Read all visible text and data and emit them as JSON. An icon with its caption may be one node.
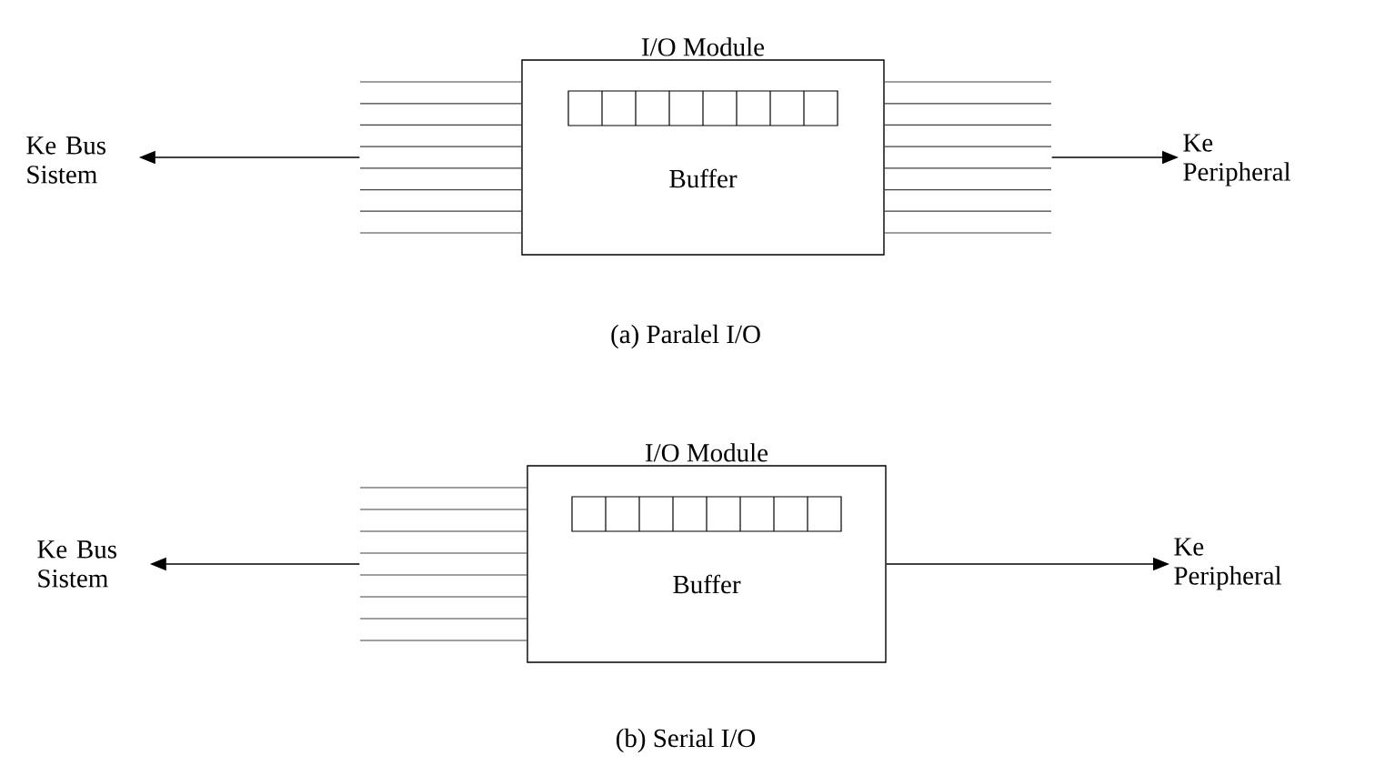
{
  "diagram": {
    "nodes": [
      {
        "text": [
          "I/O Module",
          "Buffer"
        ]
      },
      {
        "text": [
          "Ke Bus Sistem"
        ]
      },
      {
        "text": [
          "Ke Peripheral"
        ]
      },
      {
        "text": [
          "I/O Module",
          "Buffer"
        ]
      },
      {
        "text": [
          "Ke Bus Sistem"
        ]
      },
      {
        "text": [
          "Ke Peripheral"
        ]
      }
    ],
    "edges": [
      {
        "from": 0,
        "to": 1,
        "arrow": "to"
      },
      {
        "from": 0,
        "to": 2,
        "arrow": "to"
      },
      {
        "from": 3,
        "to": 4,
        "arrow": "to"
      },
      {
        "from": 3,
        "to": 5,
        "arrow": "to"
      }
    ],
    "labels": [
      "(a) Paralel I/O",
      "(b) Serial I/O"
    ]
  }
}
